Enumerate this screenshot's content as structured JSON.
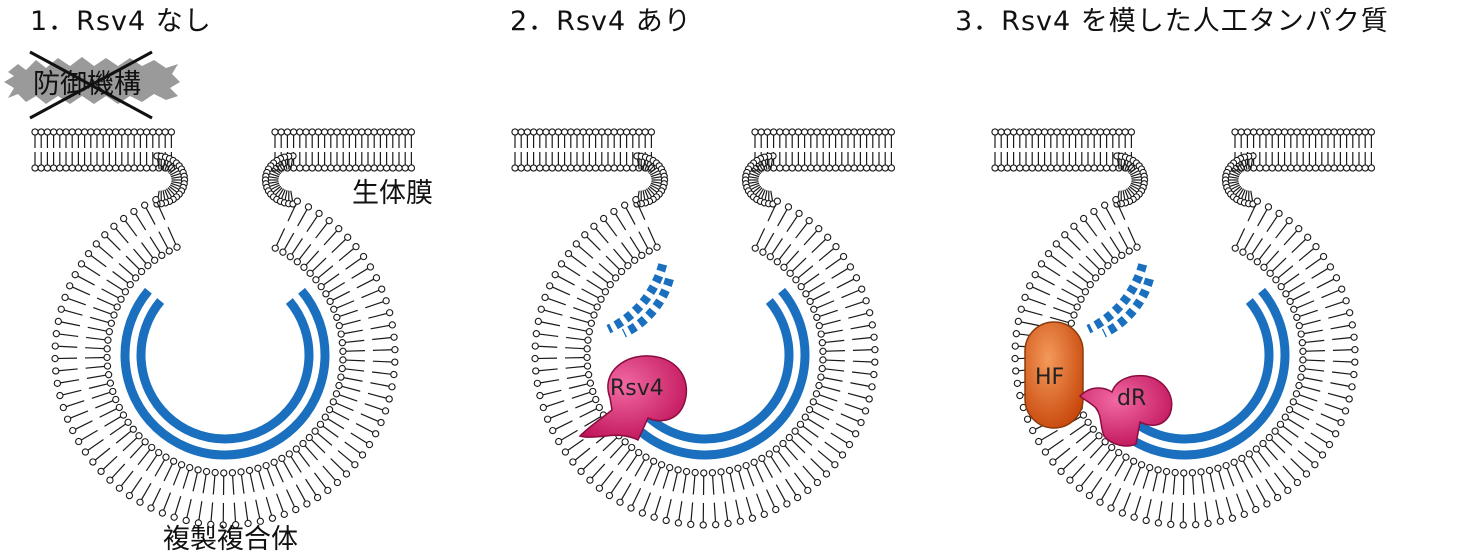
{
  "panels": [
    {
      "title": "1．Rsv4 なし"
    },
    {
      "title": "2．Rsv4 あり"
    },
    {
      "title": "3．Rsv4 を模した人工タンパク質"
    }
  ],
  "labels": {
    "defense": "防御機構",
    "membrane": "生体膜",
    "complex": "複製複合体",
    "rsv4": "Rsv4",
    "hf": "HF",
    "dr": "dR"
  },
  "colors": {
    "rna": "#1a6fbe",
    "rsv4": "#d8256e",
    "hf": "#e0601e",
    "lipid": "#1a1a1a",
    "defense_bg": "#9a9a9a"
  }
}
